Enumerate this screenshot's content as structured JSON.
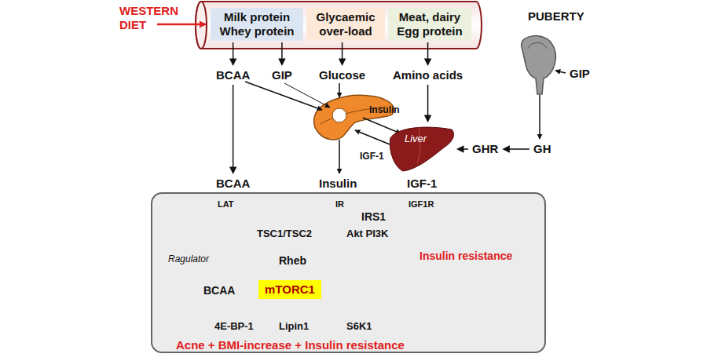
{
  "diagram": {
    "nodes": [
      {
        "text": [
          "Milk protein Whey protein"
        ]
      },
      {
        "text": [
          "Glycaemic over-load"
        ]
      },
      {
        "text": [
          "Meat, dairy Egg protein"
        ]
      },
      {
        "text": [
          "BCAA"
        ]
      },
      {
        "text": [
          "GIP"
        ]
      },
      {
        "text": [
          "Glucose"
        ]
      },
      {
        "text": [
          "Amino acids"
        ]
      },
      {
        "text": [
          "Liver"
        ]
      },
      {
        "text": [
          "GHR"
        ]
      },
      {
        "text": [
          "GH"
        ]
      },
      {
        "text": [
          "GIP"
        ]
      },
      {
        "text": [
          "BCAA"
        ]
      },
      {
        "text": [
          "Insulin"
        ]
      },
      {
        "text": [
          "IGF-1"
        ]
      },
      {
        "text": [
          "Acne + BMI-increase + Insulin resistance"
        ]
      },
      {
        "text": [
          "LAT"
        ],
        "in": 14
      },
      {
        "text": [
          "IR"
        ],
        "in": 14
      },
      {
        "text": [
          "IGF1R"
        ],
        "in": 14
      },
      {
        "text": [
          "IRS1"
        ],
        "in": 14
      },
      {
        "text": [
          "TSC1/TSC2"
        ],
        "in": 14
      },
      {
        "text": [
          "Akt PI3K"
        ],
        "in": 14
      },
      {
        "text": [
          "Rheb"
        ],
        "in": 14
      },
      {
        "text": [
          "BCAA"
        ],
        "in": 14
      },
      {
        "text": [
          "mTORC1"
        ],
        "in": 14
      },
      {
        "text": [
          "4E-BP-1"
        ],
        "in": 14
      },
      {
        "text": [
          "Lipin1"
        ],
        "in": 14
      },
      {
        "text": [
          "S6K1"
        ],
        "in": 14
      }
    ],
    "edges": [
      {
        "from": 0,
        "to": 3,
        "arrow": "to"
      },
      {
        "from": 0,
        "to": 4,
        "arrow": "to"
      },
      {
        "from": 1,
        "to": 5,
        "arrow": "to"
      },
      {
        "from": 2,
        "to": 6,
        "arrow": "to"
      },
      {
        "from": 6,
        "to": 7,
        "arrow": "to"
      },
      {
        "from": 7,
        "to": 13,
        "arrow": "to"
      },
      {
        "from": 9,
        "to": 8,
        "arrow": "to"
      },
      {
        "from": 8,
        "to": 7,
        "arrow": "to"
      },
      {
        "from": 3,
        "to": 11,
        "arrow": "to"
      },
      {
        "from": 15,
        "to": 22,
        "label": "Ragulator",
        "arrow": "to"
      },
      {
        "from": 20,
        "to": 19,
        "arrow": "to"
      },
      {
        "from": 19,
        "to": 21,
        "arrow": "to"
      },
      {
        "from": 21,
        "to": 23,
        "arrow": "to"
      },
      {
        "from": 22,
        "to": 23,
        "arrow": "to"
      },
      {
        "from": 23,
        "to": 24,
        "arrow": "to"
      },
      {
        "from": 23,
        "to": 25,
        "arrow": "to"
      },
      {
        "from": 23,
        "to": 26,
        "arrow": "to"
      },
      {
        "from": 26,
        "to": 18,
        "label": "Insulin resistance",
        "arrow": "to"
      }
    ],
    "labels": [
      "WESTERN DIET",
      "PUBERTY",
      "Insulin",
      "IGF-1"
    ]
  }
}
